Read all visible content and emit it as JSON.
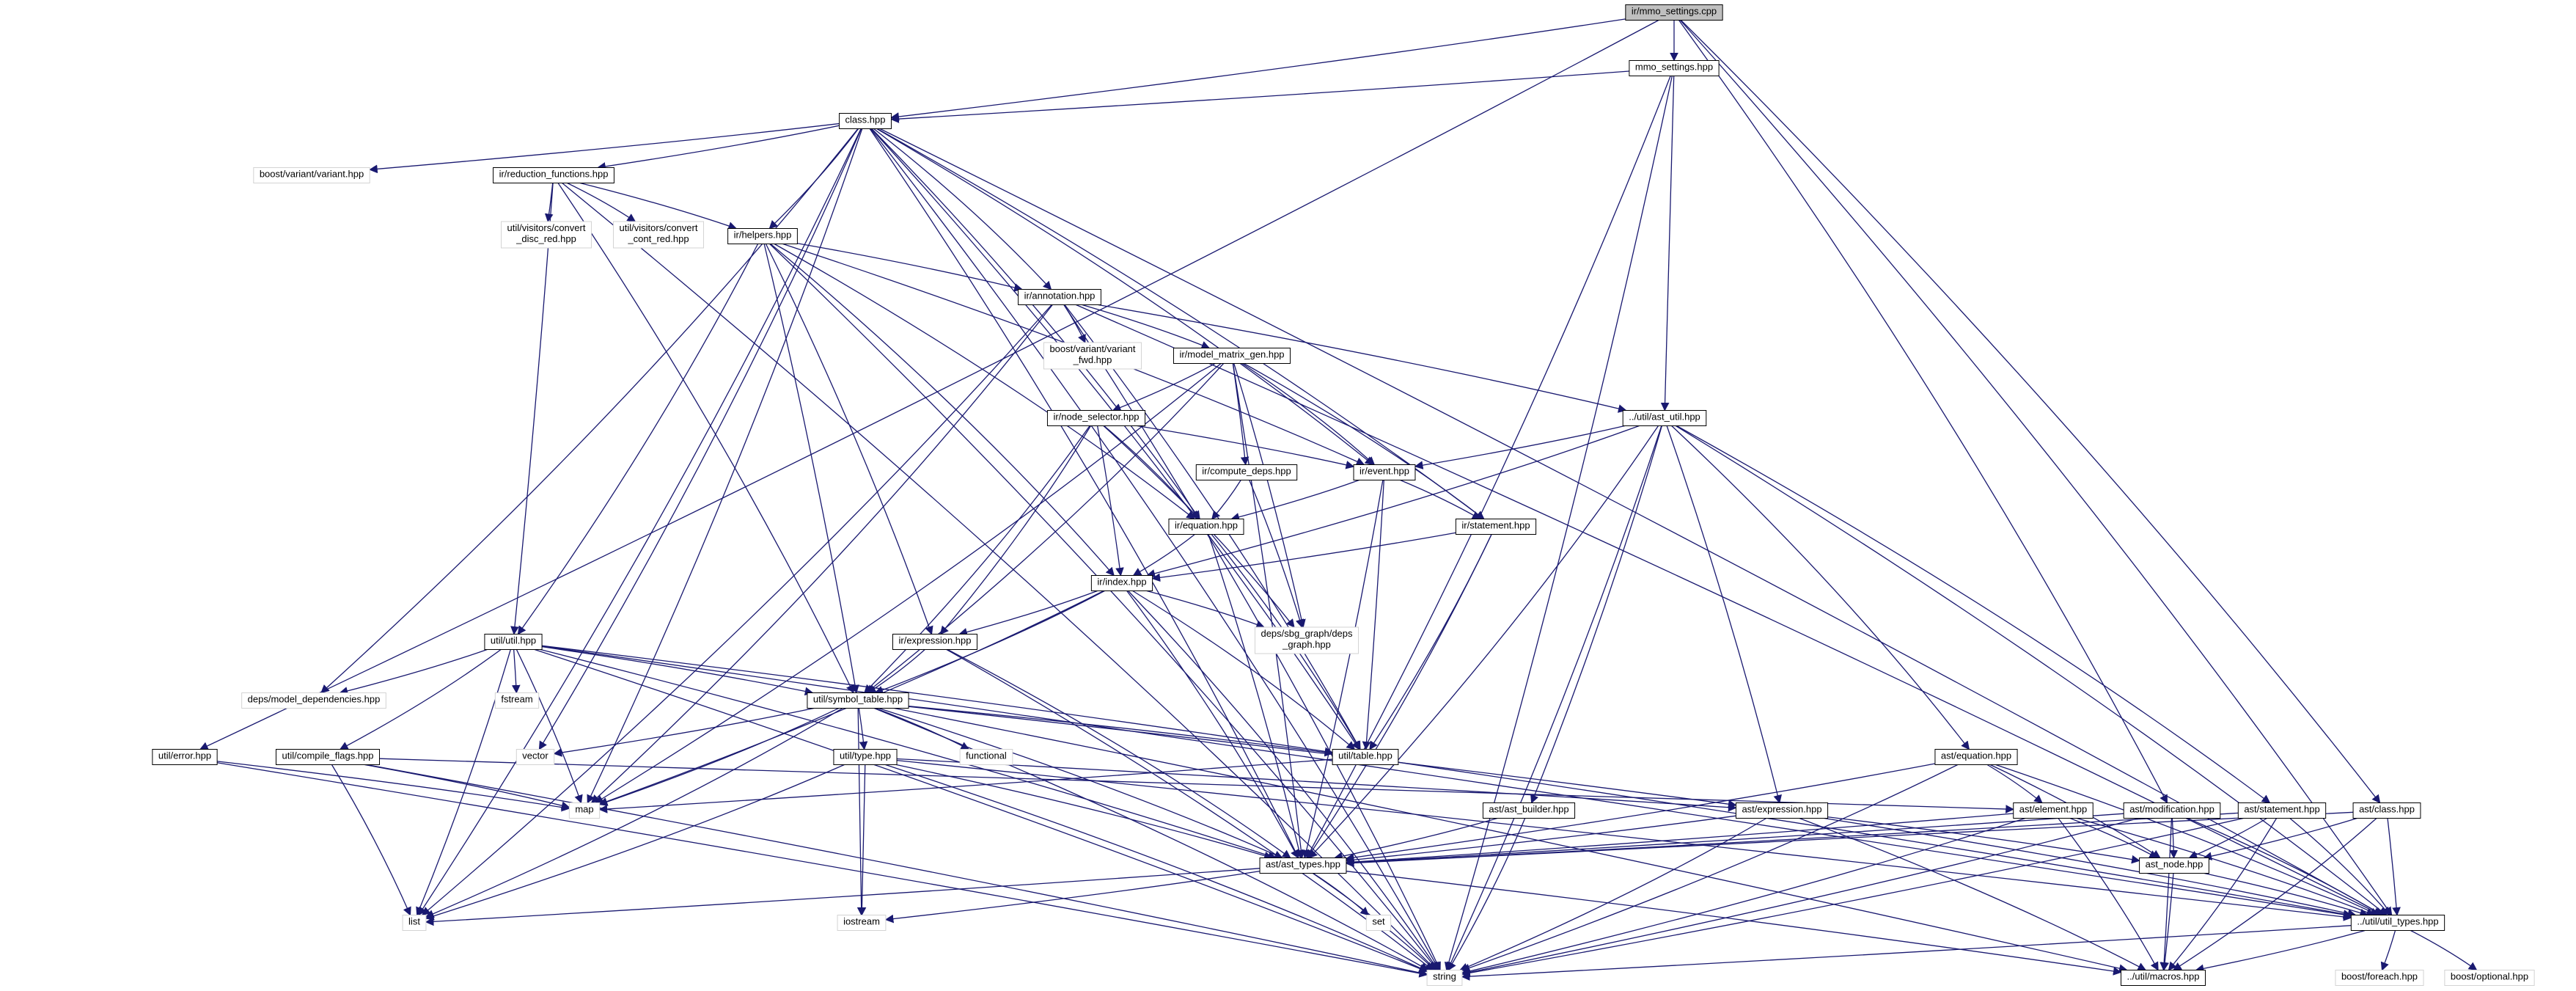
{
  "diagram": {
    "type": "include-dependency-graph",
    "colors": {
      "edge": "#191970",
      "root_fill": "#bfbfbf",
      "node_border": "#000000",
      "external_border": "#d3d3d3"
    },
    "nodes": [
      {
        "id": "root",
        "label": "ir/mmo_settings.cpp",
        "kind": "root"
      },
      {
        "id": "mmo_settings_hpp",
        "label": "mmo_settings.hpp",
        "kind": "internal"
      },
      {
        "id": "class_hpp",
        "label": "class.hpp",
        "kind": "internal"
      },
      {
        "id": "boost_variant",
        "label": "boost/variant/variant.hpp",
        "kind": "external"
      },
      {
        "id": "reduction",
        "label": "ir/reduction_functions.hpp",
        "kind": "internal"
      },
      {
        "id": "conv_disc",
        "label": "util/visitors/convert\n_disc_red.hpp",
        "kind": "external"
      },
      {
        "id": "conv_cont",
        "label": "util/visitors/convert\n_cont_red.hpp",
        "kind": "external"
      },
      {
        "id": "helpers",
        "label": "ir/helpers.hpp",
        "kind": "internal"
      },
      {
        "id": "annotation",
        "label": "ir/annotation.hpp",
        "kind": "internal"
      },
      {
        "id": "variant_fwd",
        "label": "boost/variant/variant\n_fwd.hpp",
        "kind": "external"
      },
      {
        "id": "model_matrix",
        "label": "ir/model_matrix_gen.hpp",
        "kind": "internal"
      },
      {
        "id": "node_selector",
        "label": "ir/node_selector.hpp",
        "kind": "internal"
      },
      {
        "id": "compute_deps",
        "label": "ir/compute_deps.hpp",
        "kind": "internal"
      },
      {
        "id": "event",
        "label": "ir/event.hpp",
        "kind": "internal"
      },
      {
        "id": "ast_util",
        "label": "../util/ast_util.hpp",
        "kind": "internal"
      },
      {
        "id": "equation",
        "label": "ir/equation.hpp",
        "kind": "internal"
      },
      {
        "id": "statement",
        "label": "ir/statement.hpp",
        "kind": "internal"
      },
      {
        "id": "index",
        "label": "ir/index.hpp",
        "kind": "internal"
      },
      {
        "id": "deps_graph",
        "label": "deps/sbg_graph/deps\n_graph.hpp",
        "kind": "external"
      },
      {
        "id": "util_util",
        "label": "util/util.hpp",
        "kind": "internal"
      },
      {
        "id": "model_deps",
        "label": "deps/model_dependencies.hpp",
        "kind": "external"
      },
      {
        "id": "fstream",
        "label": "fstream",
        "kind": "external"
      },
      {
        "id": "expression_ir",
        "label": "ir/expression.hpp",
        "kind": "internal"
      },
      {
        "id": "symbol_table",
        "label": "util/symbol_table.hpp",
        "kind": "internal"
      },
      {
        "id": "vector",
        "label": "vector",
        "kind": "external"
      },
      {
        "id": "functional",
        "label": "functional",
        "kind": "external"
      },
      {
        "id": "table",
        "label": "util/table.hpp",
        "kind": "internal"
      },
      {
        "id": "util_error",
        "label": "util/error.hpp",
        "kind": "internal"
      },
      {
        "id": "compile_flags",
        "label": "util/compile_flags.hpp",
        "kind": "internal"
      },
      {
        "id": "map",
        "label": "map",
        "kind": "external"
      },
      {
        "id": "util_type",
        "label": "util/type.hpp",
        "kind": "internal"
      },
      {
        "id": "ast_builder",
        "label": "ast/ast_builder.hpp",
        "kind": "internal"
      },
      {
        "id": "ast_expression",
        "label": "ast/expression.hpp",
        "kind": "internal"
      },
      {
        "id": "ast_equation",
        "label": "ast/equation.hpp",
        "kind": "internal"
      },
      {
        "id": "ast_element",
        "label": "ast/element.hpp",
        "kind": "internal"
      },
      {
        "id": "ast_modification",
        "label": "ast/modification.hpp",
        "kind": "internal"
      },
      {
        "id": "ast_statement",
        "label": "ast/statement.hpp",
        "kind": "internal"
      },
      {
        "id": "ast_class",
        "label": "ast/class.hpp",
        "kind": "internal"
      },
      {
        "id": "ast_types",
        "label": "ast/ast_types.hpp",
        "kind": "internal"
      },
      {
        "id": "ast_node",
        "label": "ast_node.hpp",
        "kind": "internal"
      },
      {
        "id": "util_types",
        "label": "../util/util_types.hpp",
        "kind": "internal"
      },
      {
        "id": "list",
        "label": "list",
        "kind": "external"
      },
      {
        "id": "iostream",
        "label": "iostream",
        "kind": "external"
      },
      {
        "id": "set",
        "label": "set",
        "kind": "external"
      },
      {
        "id": "string",
        "label": "string",
        "kind": "external"
      },
      {
        "id": "macros",
        "label": "../util/macros.hpp",
        "kind": "internal"
      },
      {
        "id": "boost_foreach",
        "label": "boost/foreach.hpp",
        "kind": "external"
      },
      {
        "id": "boost_optional",
        "label": "boost/optional.hpp",
        "kind": "external"
      }
    ],
    "edges": [
      [
        "root",
        "mmo_settings_hpp"
      ],
      [
        "root",
        "class_hpp"
      ],
      [
        "root",
        "util_error"
      ],
      [
        "root",
        "ast_modification"
      ],
      [
        "root",
        "ast_class"
      ],
      [
        "root",
        "util_types"
      ],
      [
        "mmo_settings_hpp",
        "class_hpp"
      ],
      [
        "mmo_settings_hpp",
        "ast_util"
      ],
      [
        "mmo_settings_hpp",
        "ast_types"
      ],
      [
        "mmo_settings_hpp",
        "string"
      ],
      [
        "class_hpp",
        "boost_variant"
      ],
      [
        "class_hpp",
        "reduction"
      ],
      [
        "class_hpp",
        "helpers"
      ],
      [
        "class_hpp",
        "annotation"
      ],
      [
        "class_hpp",
        "model_deps"
      ],
      [
        "class_hpp",
        "list"
      ],
      [
        "class_hpp",
        "vector"
      ],
      [
        "class_hpp",
        "map"
      ],
      [
        "class_hpp",
        "equation"
      ],
      [
        "class_hpp",
        "event"
      ],
      [
        "class_hpp",
        "statement"
      ],
      [
        "class_hpp",
        "ast_types"
      ],
      [
        "class_hpp",
        "util_types"
      ],
      [
        "class_hpp",
        "string"
      ],
      [
        "class_hpp",
        "table"
      ],
      [
        "reduction",
        "conv_disc"
      ],
      [
        "reduction",
        "conv_cont"
      ],
      [
        "reduction",
        "helpers"
      ],
      [
        "reduction",
        "util_util"
      ],
      [
        "reduction",
        "symbol_table"
      ],
      [
        "reduction",
        "string"
      ],
      [
        "helpers",
        "annotation"
      ],
      [
        "helpers",
        "util_util"
      ],
      [
        "helpers",
        "index"
      ],
      [
        "helpers",
        "equation"
      ],
      [
        "helpers",
        "expression_ir"
      ],
      [
        "helpers",
        "symbol_table"
      ],
      [
        "helpers",
        "event"
      ],
      [
        "helpers",
        "string"
      ],
      [
        "annotation",
        "variant_fwd"
      ],
      [
        "annotation",
        "model_matrix"
      ],
      [
        "annotation",
        "ast_util"
      ],
      [
        "annotation",
        "list"
      ],
      [
        "annotation",
        "map"
      ],
      [
        "annotation",
        "string"
      ],
      [
        "annotation",
        "util_types"
      ],
      [
        "annotation",
        "table"
      ],
      [
        "model_matrix",
        "node_selector"
      ],
      [
        "model_matrix",
        "compute_deps"
      ],
      [
        "model_matrix",
        "event"
      ],
      [
        "model_matrix",
        "statement"
      ],
      [
        "model_matrix",
        "deps_graph"
      ],
      [
        "model_matrix",
        "symbol_table"
      ],
      [
        "model_matrix",
        "map"
      ],
      [
        "model_matrix",
        "ast_types"
      ],
      [
        "node_selector",
        "equation"
      ],
      [
        "node_selector",
        "index"
      ],
      [
        "node_selector",
        "expression_ir"
      ],
      [
        "node_selector",
        "symbol_table"
      ],
      [
        "node_selector",
        "deps_graph"
      ],
      [
        "node_selector",
        "event"
      ],
      [
        "compute_deps",
        "equation"
      ],
      [
        "compute_deps",
        "deps_graph"
      ],
      [
        "event",
        "equation"
      ],
      [
        "event",
        "statement"
      ],
      [
        "event",
        "table"
      ],
      [
        "event",
        "ast_types"
      ],
      [
        "ast_util",
        "event"
      ],
      [
        "ast_util",
        "index"
      ],
      [
        "ast_util",
        "ast_builder"
      ],
      [
        "ast_util",
        "ast_expression"
      ],
      [
        "ast_util",
        "ast_equation"
      ],
      [
        "ast_util",
        "ast_statement"
      ],
      [
        "ast_util",
        "ast_types"
      ],
      [
        "ast_util",
        "util_types"
      ],
      [
        "ast_util",
        "string"
      ],
      [
        "equation",
        "index"
      ],
      [
        "equation",
        "table"
      ],
      [
        "equation",
        "ast_types"
      ],
      [
        "statement",
        "index"
      ],
      [
        "statement",
        "table"
      ],
      [
        "statement",
        "ast_types"
      ],
      [
        "index",
        "deps_graph"
      ],
      [
        "index",
        "expression_ir"
      ],
      [
        "index",
        "symbol_table"
      ],
      [
        "index",
        "map"
      ],
      [
        "index",
        "table"
      ],
      [
        "index",
        "string"
      ],
      [
        "index",
        "ast_types"
      ],
      [
        "util_util",
        "model_deps"
      ],
      [
        "util_util",
        "fstream"
      ],
      [
        "util_util",
        "compile_flags"
      ],
      [
        "util_util",
        "symbol_table"
      ],
      [
        "util_util",
        "map"
      ],
      [
        "util_util",
        "list"
      ],
      [
        "util_util",
        "string"
      ],
      [
        "util_util",
        "ast_types"
      ],
      [
        "util_util",
        "util_types"
      ],
      [
        "util_util",
        "table"
      ],
      [
        "expression_ir",
        "symbol_table"
      ],
      [
        "expression_ir",
        "ast_types"
      ],
      [
        "expression_ir",
        "string"
      ],
      [
        "symbol_table",
        "vector"
      ],
      [
        "symbol_table",
        "functional"
      ],
      [
        "symbol_table",
        "table"
      ],
      [
        "symbol_table",
        "util_type"
      ],
      [
        "symbol_table",
        "map"
      ],
      [
        "symbol_table",
        "list"
      ],
      [
        "symbol_table",
        "string"
      ],
      [
        "symbol_table",
        "iostream"
      ],
      [
        "symbol_table",
        "ast_types"
      ],
      [
        "symbol_table",
        "ast_expression"
      ],
      [
        "symbol_table",
        "macros"
      ],
      [
        "table",
        "map"
      ],
      [
        "table",
        "util_types"
      ],
      [
        "util_error",
        "map"
      ],
      [
        "util_error",
        "string"
      ],
      [
        "compile_flags",
        "map"
      ],
      [
        "compile_flags",
        "list"
      ],
      [
        "compile_flags",
        "string"
      ],
      [
        "compile_flags",
        "ast_element"
      ],
      [
        "util_type",
        "list"
      ],
      [
        "util_type",
        "iostream"
      ],
      [
        "util_type",
        "string"
      ],
      [
        "util_type",
        "ast_types"
      ],
      [
        "util_type",
        "util_types"
      ],
      [
        "util_type",
        "ast_expression"
      ],
      [
        "ast_builder",
        "ast_types"
      ],
      [
        "ast_builder",
        "string"
      ],
      [
        "ast_expression",
        "ast_types"
      ],
      [
        "ast_expression",
        "ast_node"
      ],
      [
        "ast_expression",
        "string"
      ],
      [
        "ast_expression",
        "macros"
      ],
      [
        "ast_expression",
        "util_types"
      ],
      [
        "ast_equation",
        "ast_element"
      ],
      [
        "ast_equation",
        "ast_types"
      ],
      [
        "ast_equation",
        "ast_node"
      ],
      [
        "ast_equation",
        "util_types"
      ],
      [
        "ast_equation",
        "string"
      ],
      [
        "ast_element",
        "ast_types"
      ],
      [
        "ast_element",
        "ast_node"
      ],
      [
        "ast_element",
        "util_types"
      ],
      [
        "ast_element",
        "string"
      ],
      [
        "ast_element",
        "macros"
      ],
      [
        "ast_modification",
        "ast_types"
      ],
      [
        "ast_modification",
        "ast_node"
      ],
      [
        "ast_modification",
        "util_types"
      ],
      [
        "ast_modification",
        "string"
      ],
      [
        "ast_modification",
        "macros"
      ],
      [
        "ast_statement",
        "ast_types"
      ],
      [
        "ast_statement",
        "ast_node"
      ],
      [
        "ast_statement",
        "util_types"
      ],
      [
        "ast_statement",
        "string"
      ],
      [
        "ast_statement",
        "macros"
      ],
      [
        "ast_class",
        "ast_node"
      ],
      [
        "ast_class",
        "util_types"
      ],
      [
        "ast_class",
        "macros"
      ],
      [
        "ast_class",
        "ast_types"
      ],
      [
        "ast_types",
        "list"
      ],
      [
        "ast_types",
        "iostream"
      ],
      [
        "ast_types",
        "set"
      ],
      [
        "ast_types",
        "string"
      ],
      [
        "ast_types",
        "macros"
      ],
      [
        "ast_node",
        "macros"
      ],
      [
        "ast_node",
        "util_types"
      ],
      [
        "util_types",
        "string"
      ],
      [
        "util_types",
        "macros"
      ],
      [
        "util_types",
        "boost_foreach"
      ],
      [
        "util_types",
        "boost_optional"
      ]
    ]
  }
}
